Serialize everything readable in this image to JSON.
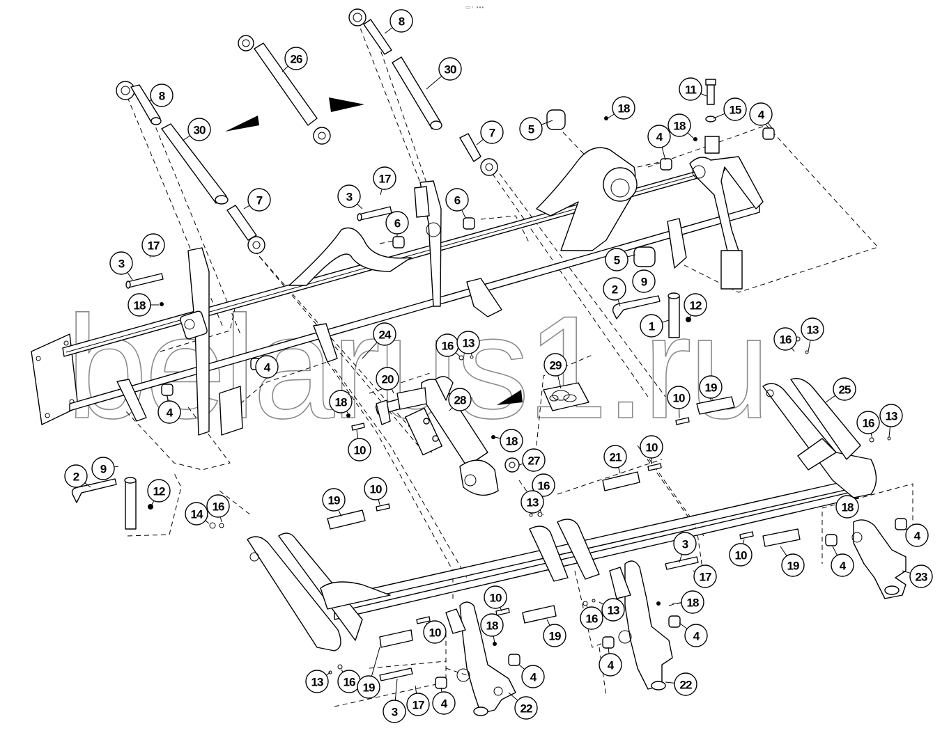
{
  "diagram": {
    "type": "exploded-parts-diagram",
    "subject": "Rear three-point hitch linkage assembly",
    "watermark": "belarus1.ru",
    "header_mark": "▭▫ ▪▪▪",
    "part_numbers": [
      "1",
      "2",
      "3",
      "4",
      "5",
      "6",
      "7",
      "8",
      "9",
      "10",
      "11",
      "12",
      "13",
      "14",
      "15",
      "16",
      "17",
      "18",
      "19",
      "20",
      "21",
      "22",
      "23",
      "24",
      "25",
      "26",
      "27",
      "28",
      "29",
      "30"
    ],
    "callouts": [
      {
        "id": "c8a",
        "label": "8"
      },
      {
        "id": "c30a",
        "label": "30"
      },
      {
        "id": "c7a",
        "label": "7"
      },
      {
        "id": "c26",
        "label": "26"
      },
      {
        "id": "c8b",
        "label": "8"
      },
      {
        "id": "c30b",
        "label": "30"
      },
      {
        "id": "c7b",
        "label": "7"
      },
      {
        "id": "c5a",
        "label": "5"
      },
      {
        "id": "c18a",
        "label": "18"
      },
      {
        "id": "c11",
        "label": "11"
      },
      {
        "id": "c15",
        "label": "15"
      },
      {
        "id": "c4a",
        "label": "4"
      },
      {
        "id": "c18b",
        "label": "18"
      },
      {
        "id": "c4b",
        "label": "4"
      },
      {
        "id": "c17a",
        "label": "17"
      },
      {
        "id": "c3a",
        "label": "3"
      },
      {
        "id": "c6a",
        "label": "6"
      },
      {
        "id": "c6b",
        "label": "6"
      },
      {
        "id": "c17b",
        "label": "17"
      },
      {
        "id": "c3b",
        "label": "3"
      },
      {
        "id": "c18c",
        "label": "18"
      },
      {
        "id": "c5b",
        "label": "5"
      },
      {
        "id": "c2a",
        "label": "2"
      },
      {
        "id": "c9a",
        "label": "9"
      },
      {
        "id": "c12a",
        "label": "12"
      },
      {
        "id": "c1",
        "label": "1"
      },
      {
        "id": "c24",
        "label": "24"
      },
      {
        "id": "c16a",
        "label": "16"
      },
      {
        "id": "c13a",
        "label": "13"
      },
      {
        "id": "c4c",
        "label": "4"
      },
      {
        "id": "c4d",
        "label": "4"
      },
      {
        "id": "c20",
        "label": "20"
      },
      {
        "id": "c29",
        "label": "29"
      },
      {
        "id": "c28",
        "label": "28"
      },
      {
        "id": "c18d",
        "label": "18"
      },
      {
        "id": "c10a",
        "label": "10"
      },
      {
        "id": "c18e",
        "label": "18"
      },
      {
        "id": "c27",
        "label": "27"
      },
      {
        "id": "c16b",
        "label": "16"
      },
      {
        "id": "c13b",
        "label": "13"
      },
      {
        "id": "c19a",
        "label": "19"
      },
      {
        "id": "c25",
        "label": "25"
      },
      {
        "id": "c10b",
        "label": "10"
      },
      {
        "id": "c16c",
        "label": "16"
      },
      {
        "id": "c13c",
        "label": "13"
      },
      {
        "id": "c21",
        "label": "21"
      },
      {
        "id": "c10c",
        "label": "10"
      },
      {
        "id": "c2b",
        "label": "2"
      },
      {
        "id": "c9b",
        "label": "9"
      },
      {
        "id": "c12b",
        "label": "12"
      },
      {
        "id": "c14",
        "label": "14"
      },
      {
        "id": "c16d",
        "label": "16"
      },
      {
        "id": "c19b",
        "label": "19"
      },
      {
        "id": "c10d",
        "label": "10"
      },
      {
        "id": "c13d",
        "label": "13"
      },
      {
        "id": "c16e",
        "label": "16"
      },
      {
        "id": "c18f",
        "label": "18"
      },
      {
        "id": "c4e",
        "label": "4"
      },
      {
        "id": "c4f",
        "label": "4"
      },
      {
        "id": "c10e",
        "label": "10"
      },
      {
        "id": "c19c",
        "label": "19"
      },
      {
        "id": "c23",
        "label": "23"
      },
      {
        "id": "c3c",
        "label": "3"
      },
      {
        "id": "c17c",
        "label": "17"
      },
      {
        "id": "c18g",
        "label": "18"
      },
      {
        "id": "c16f",
        "label": "16"
      },
      {
        "id": "c13e",
        "label": "13"
      },
      {
        "id": "c4g",
        "label": "4"
      },
      {
        "id": "c4h",
        "label": "4"
      },
      {
        "id": "c22a",
        "label": "22"
      },
      {
        "id": "c10f",
        "label": "10"
      },
      {
        "id": "c10g",
        "label": "10"
      },
      {
        "id": "c19d",
        "label": "19"
      },
      {
        "id": "c18h",
        "label": "18"
      },
      {
        "id": "c4i",
        "label": "4"
      },
      {
        "id": "c13f",
        "label": "13"
      },
      {
        "id": "c16g",
        "label": "16"
      },
      {
        "id": "c19e",
        "label": "19"
      },
      {
        "id": "c3d",
        "label": "3"
      },
      {
        "id": "c17d",
        "label": "17"
      },
      {
        "id": "c4j",
        "label": "4"
      },
      {
        "id": "c22b",
        "label": "22"
      }
    ]
  }
}
